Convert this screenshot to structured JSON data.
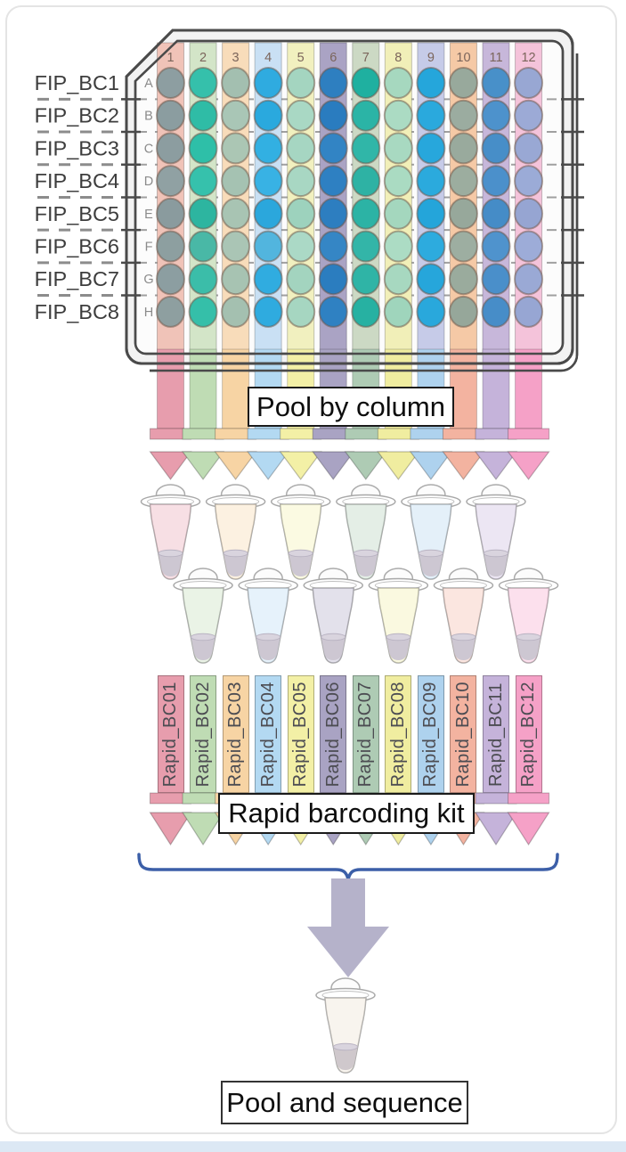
{
  "plate": {
    "column_labels": [
      "1",
      "2",
      "3",
      "4",
      "5",
      "6",
      "7",
      "8",
      "9",
      "10",
      "11",
      "12"
    ],
    "row_labels": [
      "A",
      "B",
      "C",
      "D",
      "E",
      "F",
      "G",
      "H"
    ],
    "row_barcode_labels": [
      "FIP_BC1",
      "FIP_BC2",
      "FIP_BC3",
      "FIP_BC4",
      "FIP_BC5",
      "FIP_BC6",
      "FIP_BC7",
      "FIP_BC8"
    ],
    "stripe_colors": [
      "#f0c3b8",
      "#d3e5c8",
      "#f8dcba",
      "#c9e0f4",
      "#f1f0bf",
      "#aaa3c4",
      "#ccd9c4",
      "#f1efb8",
      "#c6cbe8",
      "#f5c9a6",
      "#c7b7da",
      "#f4c3da"
    ],
    "well_colors": [
      [
        "#8d9ea1",
        "#35c0ab",
        "#a3bfb0",
        "#2fabe0",
        "#a4d5c0",
        "#2e7fc0",
        "#1fb0a0",
        "#a6d8bf",
        "#25a6db",
        "#98a99c",
        "#4890c9",
        "#98a7d3"
      ],
      [
        "#8b9da0",
        "#2fbca6",
        "#a9c6b6",
        "#2aa9de",
        "#a9d8c4",
        "#2a7cbf",
        "#2bb4a6",
        "#abdbc3",
        "#2aa9dd",
        "#9baca0",
        "#4d92cc",
        "#9caad6"
      ],
      [
        "#8c9da0",
        "#2ebfa8",
        "#abc6b4",
        "#32b0e2",
        "#a6d6c2",
        "#3284c4",
        "#30b6a8",
        "#a8d9c1",
        "#27a7dc",
        "#99aa9d",
        "#478ec8",
        "#99a8d4"
      ],
      [
        "#90a1a3",
        "#36c1ac",
        "#a5c2b2",
        "#38b2e4",
        "#a8d7c3",
        "#2e80c2",
        "#2eb2a4",
        "#aadbc2",
        "#2baadd",
        "#9cad9f",
        "#4b90cb",
        "#9babd7"
      ],
      [
        "#8a9b9e",
        "#2db5a0",
        "#a8c4b3",
        "#2ba7dc",
        "#9dd2bd",
        "#2d7ec0",
        "#2cb3a5",
        "#a4d7be",
        "#24a5da",
        "#97a89b",
        "#458cc7",
        "#96a5d2"
      ],
      [
        "#8d9fa0",
        "#49b8a6",
        "#aac5b5",
        "#52b5de",
        "#abd9c6",
        "#3586c5",
        "#33b5a8",
        "#acdcc4",
        "#2dabde",
        "#9daea1",
        "#4f93cd",
        "#9dacd8"
      ],
      [
        "#8c9ea1",
        "#3bbda9",
        "#a7c3b2",
        "#30ace0",
        "#a3d4bf",
        "#2b7dbf",
        "#2fb4a6",
        "#a7d8c0",
        "#26a6db",
        "#9aab9d",
        "#4a8fca",
        "#9aa9d5"
      ],
      [
        "#8e9fa0",
        "#35bfa9",
        "#a4c0b0",
        "#2fabdf",
        "#a6d6c1",
        "#2f81c2",
        "#27b1a2",
        "#9fd5bc",
        "#29a8dc",
        "#96a79a",
        "#478dc8",
        "#97a6d3"
      ]
    ]
  },
  "pool_arrows": {
    "colors": [
      "#e79dad",
      "#bfdcb4",
      "#f7d4a4",
      "#b3d9f2",
      "#f3f0a6",
      "#a9a3c3",
      "#aecbb4",
      "#f0eda0",
      "#aed2ee",
      "#f3b3a0",
      "#c5b3da",
      "#f5a1c7"
    ]
  },
  "rapid_barcodes": [
    "Rapid_BC01",
    "Rapid_BC02",
    "Rapid_BC03",
    "Rapid_BC04",
    "Rapid_BC05",
    "Rapid_BC06",
    "Rapid_BC07",
    "Rapid_BC08",
    "Rapid_BC09",
    "Rapid_BC10",
    "Rapid_BC11",
    "Rapid_BC12"
  ],
  "labels": {
    "pool_by_column": "Pool by column",
    "rapid_barcoding_kit": "Rapid barcoding kit",
    "pool_and_sequence": "Pool and sequence"
  },
  "colors": {
    "plate_border": "#4a4a4a",
    "plate_frame_fill": "#f2f2f2",
    "plate_interior_fill": "#fcfcfc",
    "brace": "#3c5fa8",
    "big_arrow": "#b5b2ca",
    "final_tube_tint": "#e9dfcc",
    "tube_liquid": "#cdc7d2",
    "bottom_strip": "#dce8f4",
    "fip_label_text": "#3d3d3d",
    "row_letter_text": "#8b8b8b",
    "column_number_text": "#7b655b"
  }
}
